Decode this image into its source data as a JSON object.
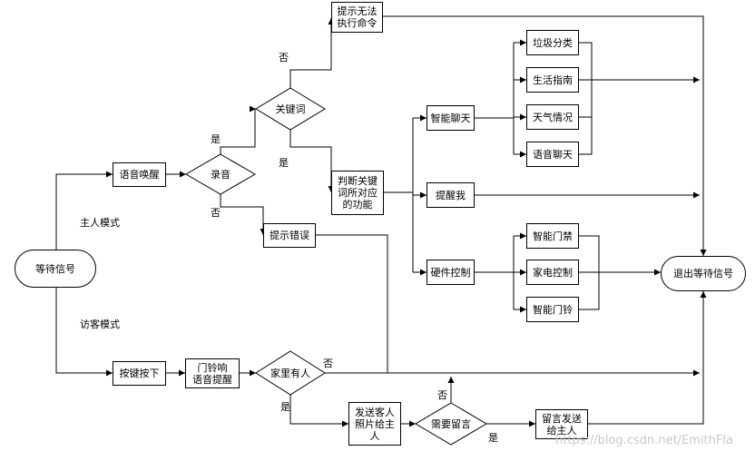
{
  "nodes": {
    "wait": "等待信号",
    "exit": "退出等待信号",
    "voice_wake": "语音唤醒",
    "record": "录音",
    "keyword": "关键词",
    "cannot_exec": "提示无法\n执行命令",
    "judge": "判断关键\n词所对应\n的功能",
    "prompt_error": "提示错误",
    "smart_chat": "智能聊天",
    "remind": "提醒我",
    "hw_control": "硬件控制",
    "garbage": "垃圾分类",
    "life_guide": "生活指南",
    "weather": "天气情况",
    "voice_chat": "语音聊天",
    "door_access": "智能门禁",
    "appliance": "家电控制",
    "doorbell_smart": "智能门铃",
    "press_key": "按键按下",
    "doorbell_ring": "门铃响\n语音提醒",
    "someone_home": "家里有人",
    "send_photo": "发送客人\n照片给主\n人",
    "need_msg": "需要留言",
    "send_msg": "留言发送\n给主人"
  },
  "labels": {
    "owner_mode": "主人模式",
    "visitor_mode": "访客模式",
    "yes": "是",
    "no": "否"
  },
  "watermark": "https://blog.csdn.net/EmithFla"
}
